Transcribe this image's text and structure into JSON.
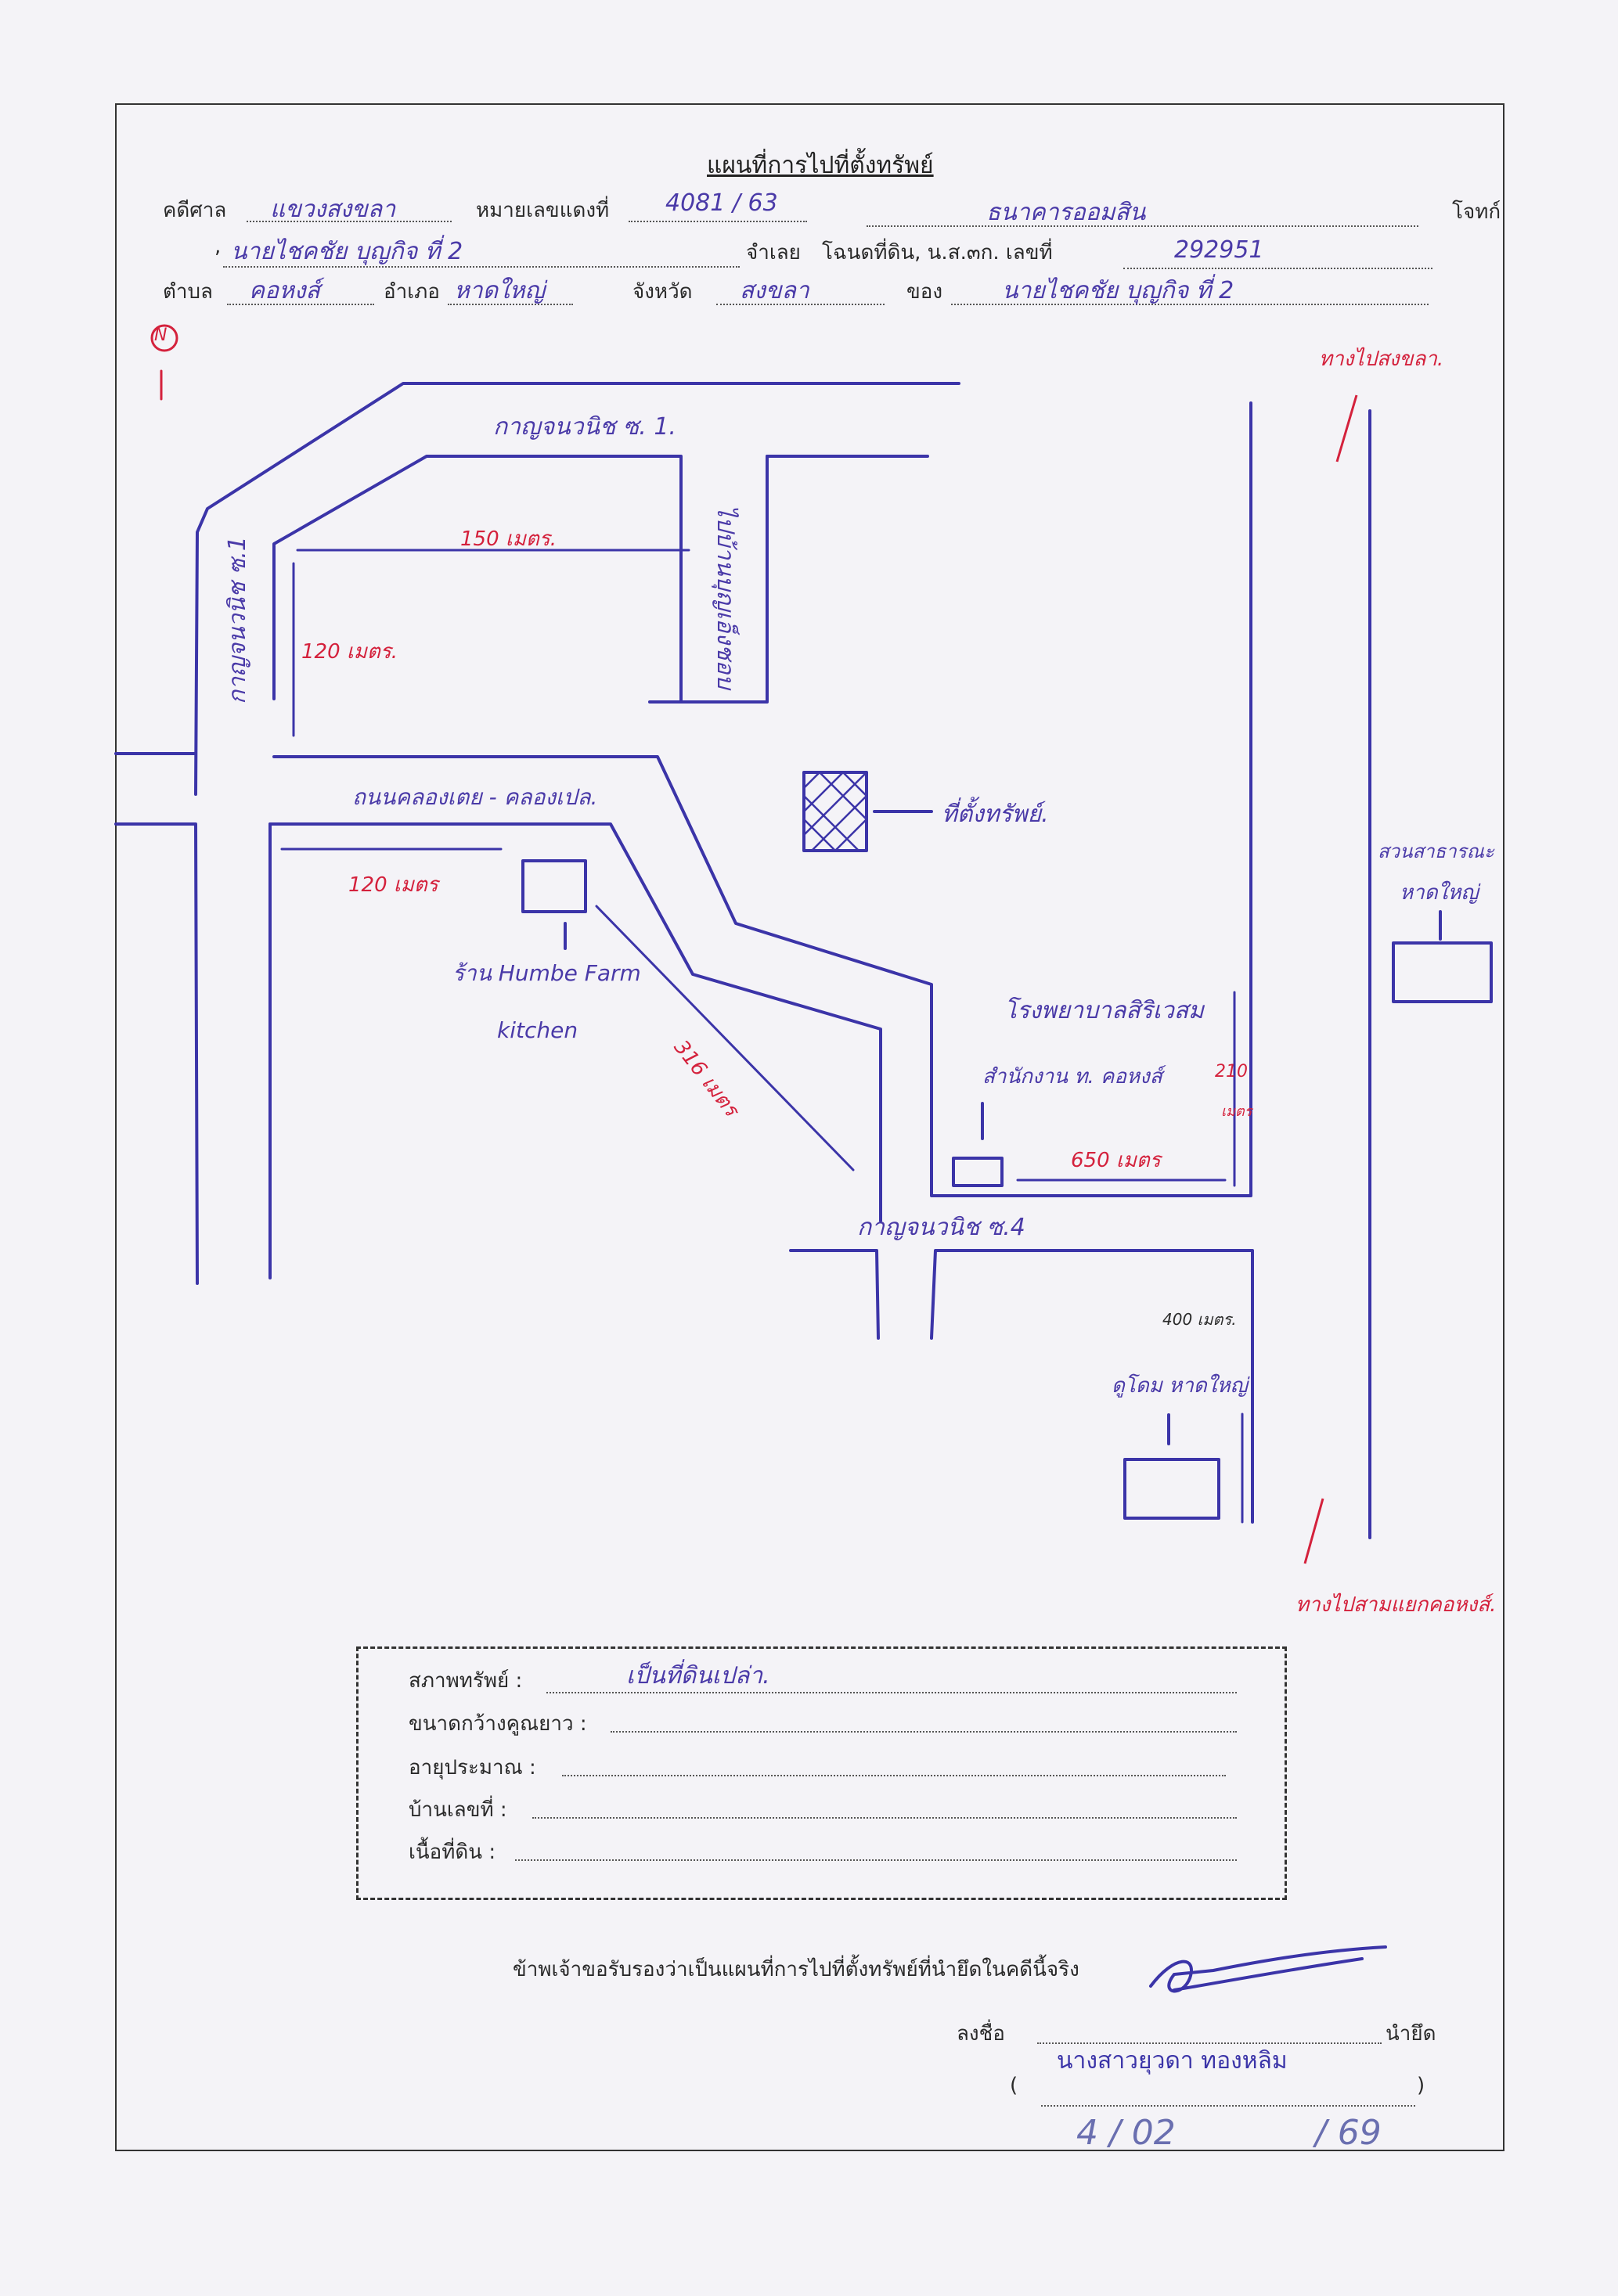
{
  "title": "แผนที่การไปที่ตั้งทรัพย์",
  "header": {
    "court_label": "คดีศาล",
    "court_value": "แขวงสงขลา",
    "case_label": "หมายเลขแดงที่",
    "case_value": "4081 / 63",
    "plaintiff_value": "ธนาคารออมสิน",
    "plaintiff_label": "โจทก์",
    "defendant_value": "นายไชคชัย  บุญกิจ ที่ 2",
    "defendant_label": "จำเลย",
    "deed_label": "โฉนดที่ดิน, น.ส.๓ก. เลขที่",
    "deed_value": "292951",
    "subdistrict_label": "ตำบล",
    "subdistrict_value": "คอหงส์",
    "district_label": "อำเภอ",
    "district_value": "หาดใหญ่",
    "province_label": "จังหวัด",
    "province_value": "สงขลา",
    "owner_label": "ของ",
    "owner_value": "นายไชคชัย   บุญกิจ ที่ 2"
  },
  "map": {
    "north": "N",
    "to_songkhla": "ทางไปสงขลา.",
    "road_top": "กาญจนวนิช ซ. 1.",
    "road_left": "กาญจนวนิช ซ.1",
    "road_right_vertical": "ไปบ้านบุญเอ็งชอบ",
    "dist_150": "150  เมตร.",
    "dist_120_top": "120   เมตร.",
    "road_middle": "ถนนคลองเตย  -  คลองเปล.",
    "property_label": "ที่ตั้งทรัพย์.",
    "dist_120_lower": "120  เมตร",
    "humble": "ร้าน Humbe Farm",
    "kitchen": "kitchen",
    "dist_diag": "316  เมตร",
    "hospital": "โรงพยาบาลสิริเวสม",
    "district_office": "สำนักงาน ท. คอหงส์",
    "dist_210": "210",
    "dist_210_unit": "เมตร",
    "dist_650": "650  เมตร",
    "road_bottom": "กาญจนวนิช ซ.4",
    "public_park": "สวนสาธารณะ",
    "hatyai": "หาดใหญ่",
    "dist_400": "400 เมตร.",
    "dome": "ดูโดม หาดใหญ่",
    "to_junction": "ทางไปสามแยกคอหงส์."
  },
  "info": {
    "condition_label": "สภาพทรัพย์ :",
    "condition_value": "เป็นที่ดินเปล่า.",
    "size_label": "ขนาดกว้างคูณยาว :",
    "age_label": "อายุประมาณ :",
    "house_label": "บ้านเลขที่ :",
    "area_label": "เนื้อที่ดิน :"
  },
  "footer": {
    "certify": "ข้าพเจ้าขอรับรองว่าเป็นแผนที่การไปที่ตั้งทรัพย์ที่นำยึดในคดีนี้จริง",
    "sign_label": "ลงชื่อ",
    "seizer_label": "นำยึด",
    "name_value": "นางสาวยุวดา  ทองหลิม",
    "paren_open": "(",
    "paren_close": ")",
    "date_day": "4 / 02",
    "date_year": "/ 69"
  }
}
